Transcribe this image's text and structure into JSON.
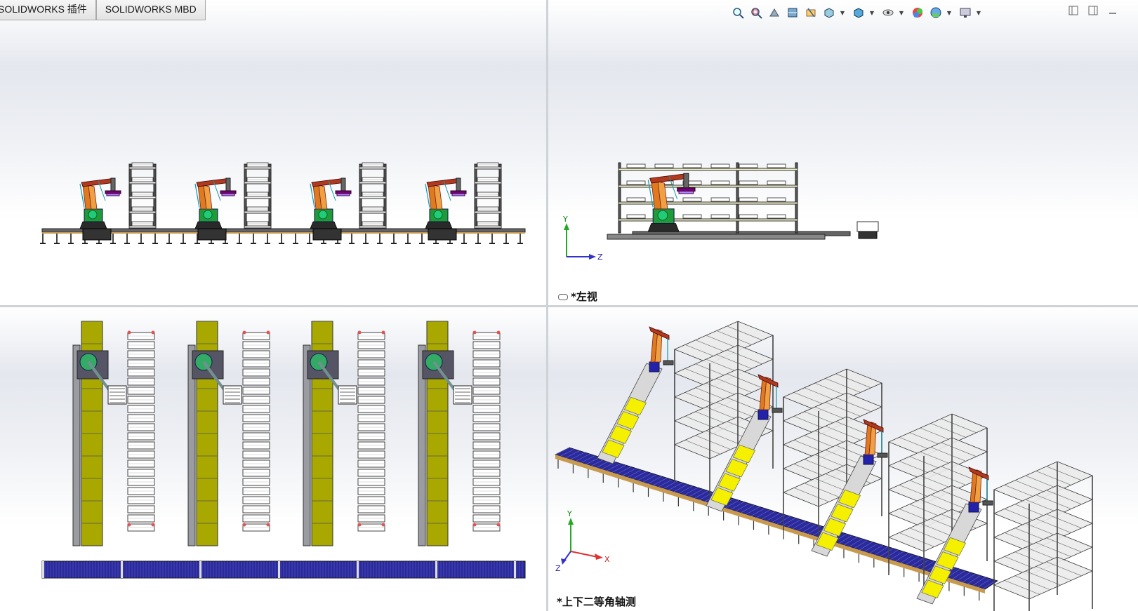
{
  "tabs": [
    "SOLIDWORKS 插件",
    "SOLIDWORKS MBD"
  ],
  "hud_icons": [
    "zoom-to-fit-icon",
    "zoom-to-area-icon",
    "previous-view-icon",
    "section-view-icon",
    "dynamic-annotation-icon",
    "view-orientation-icon",
    "display-style-icon",
    "hide-show-items-icon",
    "edit-appearance-icon",
    "apply-scene-icon",
    "view-settings-icon"
  ],
  "window_controls": [
    "restore-icon",
    "tile-icon",
    "minimize-icon"
  ],
  "viewports": {
    "top_left": {
      "label": ""
    },
    "top_right": {
      "label": "*左视"
    },
    "bottom_left": {
      "label": ""
    },
    "bottom_right": {
      "label": "*上下二等角轴测"
    }
  },
  "triad": {
    "y": "Y",
    "z": "Z",
    "x": "X"
  },
  "colors": {
    "robot_orange": "#e07a1e",
    "robot_red": "#b03a20",
    "base_green": "#1f9b3a",
    "conveyor_olive": "#a8a800",
    "pallet_yellow": "#f4f000",
    "roller_blue": "#2a2a9a"
  }
}
